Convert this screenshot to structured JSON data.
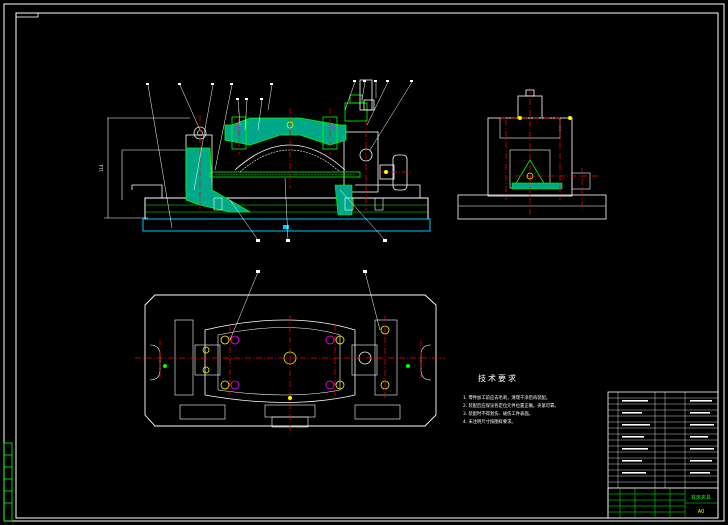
{
  "drawing": {
    "tech_requirements": {
      "title": "技术要求",
      "items": [
        "1. 零件加工前应去毛刺，清理干净后再装配。",
        "2. 装配后应保证各定位元件位置正确，夹紧可靠。",
        "3. 装配时不得划伤、碰伤工件表面。",
        "4. 未注明尺寸按图样要求。"
      ]
    },
    "title_block": {
      "drawing_title": "铣床夹具",
      "sheet_note": "A0"
    },
    "colors": {
      "background": "#000000",
      "outline": "#ffffff",
      "part_lines": "#00ff00",
      "section_fill": "#00a88a",
      "center_lines": "#ff0000",
      "dimension_lines": "#00c8ff",
      "accent_yellow": "#ffff00",
      "accent_magenta": "#ff00ff"
    }
  }
}
